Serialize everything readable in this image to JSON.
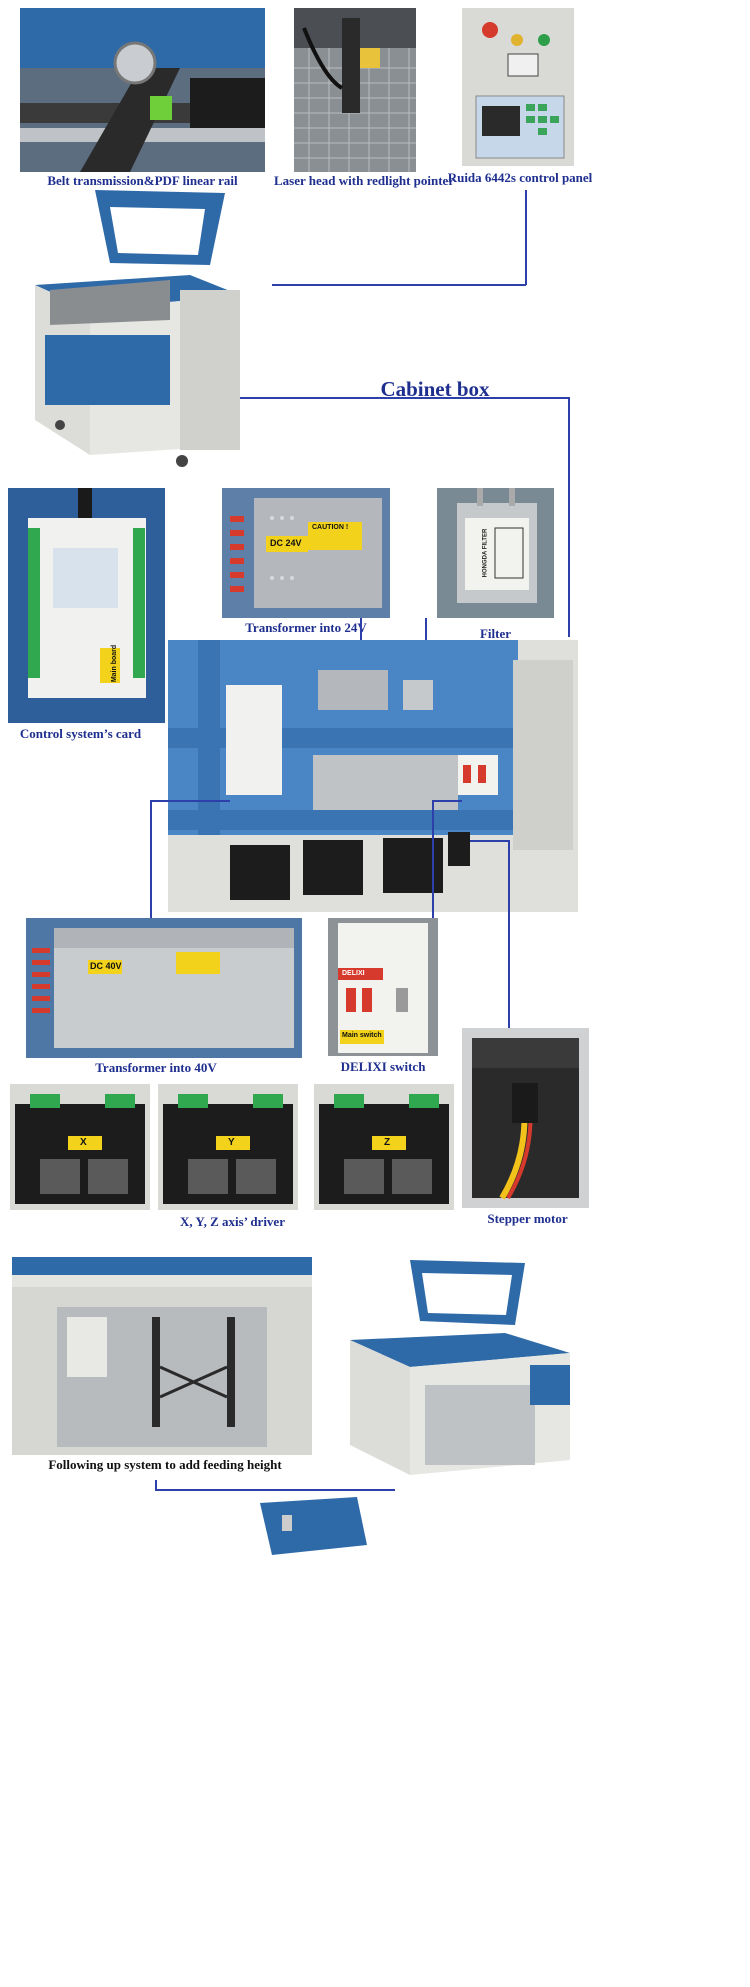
{
  "captions": {
    "belt": "Belt transmission&PDF linear rail",
    "laser_head": "Laser head with redlight pointer",
    "ruida": "Ruida 6442s control panel",
    "cabinet": "Cabinet box",
    "transformer24": "Transformer into 24V",
    "filter": "Filter",
    "control_card": "Control system’s card",
    "transformer40": "Transformer into 40V",
    "delixi": "DELIXI switch",
    "drivers": "X, Y, Z axis’ driver",
    "stepper": "Stepper motor",
    "following": "Following up system to add feeding height"
  },
  "stickers": {
    "dc24": "DC 24V",
    "caution": "CAUTION !",
    "dc40": "DC 40V",
    "main_switch": "Main switch",
    "main_board": "Main board",
    "x_axis": "X",
    "y_axis": "Y",
    "z_axis": "Z",
    "filter_brand": "HONGDA FILTER",
    "delixi_brand": "DELIXI"
  },
  "colors": {
    "caption_blue": "#1f2f8f",
    "machine_blue": "#2f6aa8",
    "machine_grey": "#dcdcd8",
    "cabinet_panel": "#4a86c5",
    "driver_black": "#1c1c1c",
    "sticker_yellow": "#f2d21b",
    "terminal_green": "#2fa84f"
  }
}
